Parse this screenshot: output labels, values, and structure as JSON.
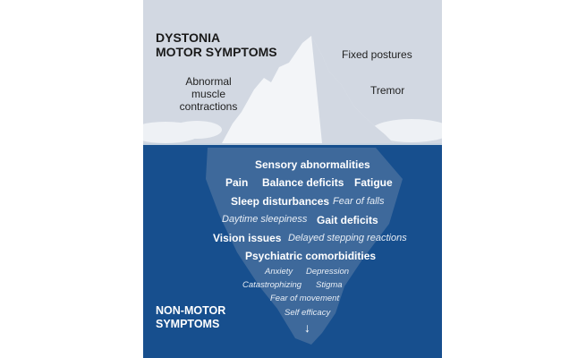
{
  "colors": {
    "sky": "#d2d8e2",
    "sea": "#174f8e",
    "sea_deep": "#14467f",
    "iceberg_above": "#f3f5f8",
    "iceberg_below": "#5f7fa6",
    "waterline": "#c7d3e0"
  },
  "icons": {
    "down_arrow": "down-arrow-icon"
  },
  "above_water": {
    "heading_line1": "DYSTONIA",
    "heading_line2": "MOTOR SYMPTOMS",
    "fixed_postures": "Fixed postures",
    "tremor": "Tremor",
    "abnormal_line1": "Abnormal",
    "abnormal_line2": "muscle",
    "abnormal_line3": "contractions"
  },
  "below_water": {
    "sensory": "Sensory abnormalities",
    "pain": "Pain",
    "balance": "Balance deficits",
    "fatigue": "Fatigue",
    "sleep": "Sleep disturbances",
    "fear_falls": "Fear of falls",
    "daytime": "Daytime sleepiness",
    "gait": "Gait deficits",
    "vision": "Vision issues",
    "delayed": "Delayed stepping reactions",
    "psychiatric": "Psychiatric comorbidities",
    "anxiety": "Anxiety",
    "depression": "Depression",
    "catastrophizing": "Catastrophizing",
    "stigma": "Stigma",
    "fear_movement": "Fear of movement",
    "self_efficacy": "Self efficacy",
    "heading_line1": "NON-MOTOR",
    "heading_line2": "SYMPTOMS",
    "arrow": "↓"
  }
}
